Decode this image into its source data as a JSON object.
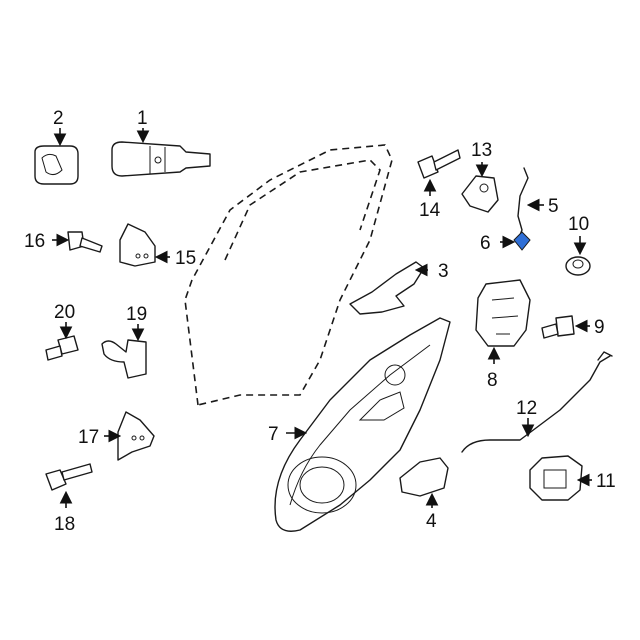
{
  "diagram": {
    "highlight_color": "#2f6fd6",
    "callouts": [
      "1",
      "2",
      "3",
      "4",
      "5",
      "6",
      "7",
      "8",
      "9",
      "10",
      "11",
      "12",
      "13",
      "14",
      "15",
      "16",
      "17",
      "18",
      "19",
      "20"
    ]
  }
}
